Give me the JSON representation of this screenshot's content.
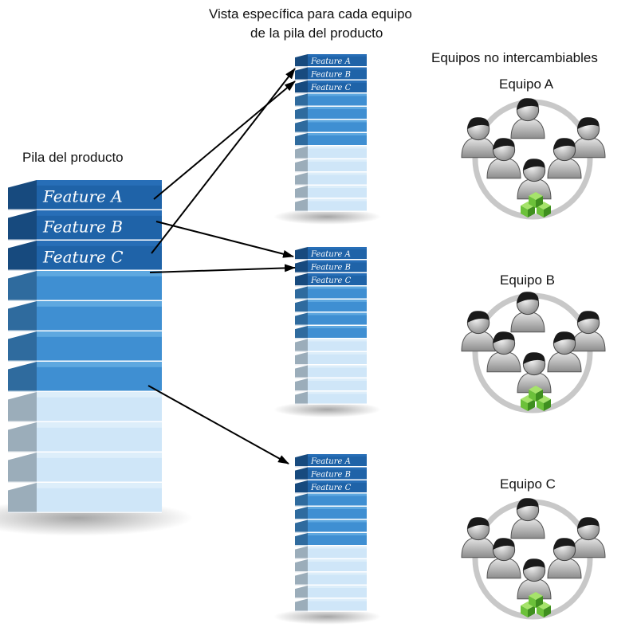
{
  "title_line1": "Vista específica para cada equipo",
  "title_line2": "de la pila del producto",
  "backlog_label": "Pila del producto",
  "teams_heading": "Equipos no intercambiables",
  "features": [
    "Feature A",
    "Feature B",
    "Feature C"
  ],
  "teams": [
    {
      "name": "Equipo A"
    },
    {
      "name": "Equipo B"
    },
    {
      "name": "Equipo C"
    }
  ],
  "colors": {
    "dark_blue": "#1f63a8",
    "mid_blue": "#3f8fd2",
    "light_blue": "#cfe6f8",
    "arrow": "#000000",
    "ring": "#c8c8c8",
    "cube_green": "#6cc13a"
  }
}
